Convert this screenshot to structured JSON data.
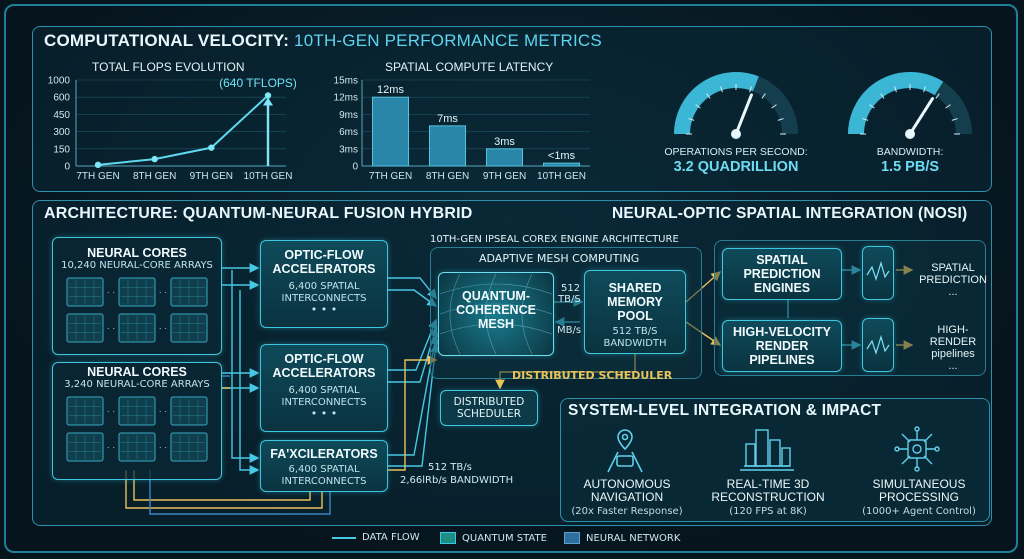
{
  "header": {
    "title_main": "COMPUTATIONAL VELOCITY:",
    "title_sub": "10TH-GEN PERFORMANCE METRICS"
  },
  "chart_data": [
    {
      "type": "line",
      "title": "TOTAL FLOPS EVOLUTION",
      "categories": [
        "7TH GEN",
        "8TH GEN",
        "9TH GEN",
        "10TH GEN"
      ],
      "values": [
        10,
        60,
        160,
        640
      ],
      "y_ticks": [
        "0",
        "150",
        "300",
        "450",
        "600",
        "1000"
      ],
      "annotation": "(640 TFLOPS)"
    },
    {
      "type": "bar",
      "title": "SPATIAL COMPUTE LATENCY",
      "categories": [
        "7TH GEN",
        "8TH GEN",
        "9TH GEN",
        "10TH GEN"
      ],
      "values": [
        12,
        7,
        3,
        0.5
      ],
      "data_labels": [
        "12ms",
        "7ms",
        "3ms",
        "<1ms"
      ],
      "y_ticks": [
        "0",
        "3ms",
        "6ms",
        "9ms",
        "12ms",
        "15ms"
      ],
      "ylim": [
        0,
        15
      ]
    }
  ],
  "gauges": [
    {
      "label": "OPERATIONS PER SECOND:",
      "value": "3.2 QUADRILLION",
      "level": 0.62
    },
    {
      "label": "BANDWIDTH:",
      "value": "1.5 PB/S",
      "level": 0.68
    }
  ],
  "arch": {
    "title": "ARCHITECTURE: QUANTUM-NEURAL FUSION HYBRID",
    "right_title": "NEURAL-OPTIC SPATIAL INTEGRATION (NOSI)",
    "neural1": {
      "title": "NEURAL CORES",
      "sub": "10,240 NEURAL-CORE ARRAYS"
    },
    "neural2": {
      "title": "NEURAL CORES",
      "sub": "3,240 NEURAL-CORE ARRAYS"
    },
    "acc1": {
      "title1": "OPTIC-FLOW",
      "title2": "ACCELERATORS",
      "sub1": "6,400 SPATIAL",
      "sub2": "INTERCONNECTS",
      "dots": "• • •"
    },
    "acc2": {
      "title1": "OPTIC-FLOW",
      "title2": "ACCELERATORS",
      "sub1": "6,400 SPATIAL",
      "sub2": "INTERCONNECTS",
      "dots": "• • •"
    },
    "acc3": {
      "title1": "FA'XCILERATORS",
      "sub1": "6,400 SPATIAL",
      "sub2": "INTERCONNECTS"
    },
    "engine_caption": "10TH-GEN IPSEAL COREX ENGINE ARCHITECTURE",
    "mesh_caption": "ADAPTIVE MESH COMPUTING",
    "mesh": {
      "l1": "QUANTUM-",
      "l2": "COHERENCE",
      "l3": "MESH"
    },
    "tb_label1": "512",
    "tb_label2": "TB/S",
    "mbs_label": "MB/s",
    "memory": {
      "l1": "SHARED",
      "l2": "MEMORY",
      "l3": "POOL",
      "sub1": "512 TB/S",
      "sub2": "BANDWIDTH"
    },
    "sched_caption": "DISTRIBUTED SCHEDULER",
    "sched_box": {
      "l1": "DISTRIBUTED",
      "l2": "SCHEDULER"
    },
    "bw_label1": "512 TB/s",
    "bw_label2": "2,66lRb/s BANDWIDTH",
    "spatial": {
      "l1": "SPATIAL",
      "l2": "PREDICTION",
      "l3": "ENGINES"
    },
    "render": {
      "l1": "HIGH-VELOCITY",
      "l2": "RENDER",
      "l3": "PIPELINES"
    },
    "out1": {
      "l1": "SPATIAL",
      "l2": "PREDICTION",
      "l3": "..."
    },
    "out2": {
      "l1": "HIGH-",
      "l2": "RENDER",
      "l3": "pipelines",
      "l4": "..."
    }
  },
  "impact": {
    "title": "SYSTEM-LEVEL INTEGRATION & IMPACT",
    "items": [
      {
        "t1": "AUTONOMOUS",
        "t2": "NAVIGATION",
        "sub": "(20x Faster Response)",
        "icon": "car-location-icon"
      },
      {
        "t1": "REAL-TIME 3D",
        "t2": "RECONSTRUCTION",
        "sub": "(120 FPS at 8K)",
        "icon": "city-wireframe-icon"
      },
      {
        "t1": "SIMULTANEOUS",
        "t2": "PROCESSING",
        "sub": "(1000+ Agent Control)",
        "icon": "chip-network-icon"
      }
    ]
  },
  "legend": [
    {
      "label": "DATA FLOW",
      "color": "#46c9e4"
    },
    {
      "label": "QUANTUM STATE",
      "color": "#1e8d86"
    },
    {
      "label": "NEURAL NETWORK",
      "color": "#2f6d9c"
    }
  ],
  "colors": {
    "accent": "#46c9e4",
    "gold": "#e8c25a",
    "bar": "#2a86a8"
  }
}
